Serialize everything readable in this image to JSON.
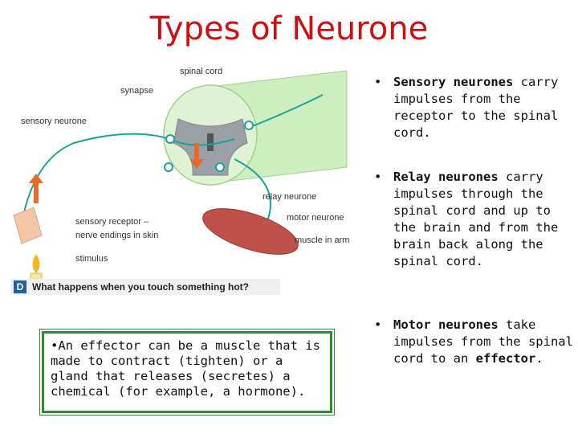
{
  "title": "Types of Neurone",
  "diagram": {
    "labels": {
      "spinal_cord": "spinal cord",
      "synapse": "synapse",
      "sensory_neurone": "sensory neurone",
      "relay_neurone": "relay neurone",
      "motor_neurone": "motor neurone",
      "sensory_receptor_1": "sensory receptor –",
      "sensory_receptor_2": "nerve endings in skin",
      "muscle_in_arm": "muscle in arm",
      "stimulus": "stimulus"
    },
    "caption_letter": "D",
    "caption": "What happens when you touch something hot?",
    "colors": {
      "nerve": "#1aa39a",
      "spinal_cord": "#b8e6a8",
      "grey_matter": "#9aa0a6",
      "muscle": "#c0504a",
      "arrow": "#e86a2a"
    }
  },
  "effector_note": "•An effector can be a muscle that is made to contract (tighten) or a gland that releases (secretes) a chemical (for example, a hormone).",
  "bullets": [
    {
      "term": "Sensory neurones",
      "text": " carry impulses from the receptor to the spinal cord."
    },
    {
      "term": "Relay neurones",
      "text": " carry impulses through the spinal cord and up to the brain and from the brain back along the spinal cord."
    },
    {
      "term": "Motor neurones",
      "text": " take impulses from the spinal cord to an ",
      "term2": "effector",
      "text2": "."
    }
  ],
  "bullet_marker": "•"
}
